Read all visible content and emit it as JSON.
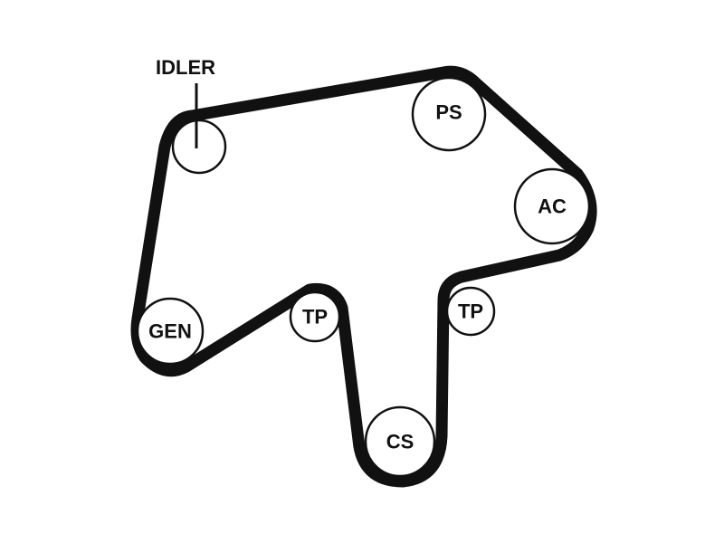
{
  "diagram": {
    "idler_callout": "IDLER",
    "pulleys": {
      "idler": "",
      "ps": "PS",
      "ac": "AC",
      "tp_right": "TP",
      "cs": "CS",
      "tp_left": "TP",
      "gen": "GEN"
    }
  }
}
